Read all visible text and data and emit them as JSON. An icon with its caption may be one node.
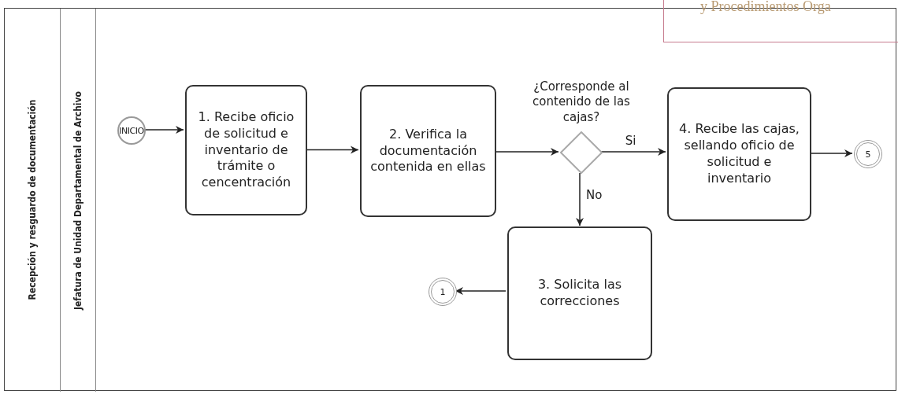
{
  "diagram": {
    "nodes": [
      {
        "text": [
          "Recepción y resguardo de documentación"
        ]
      },
      {
        "text": [
          "Jefatura de Unidad Departamental de Archivo"
        ],
        "in": 0
      },
      {
        "text": [
          "INICIO"
        ],
        "in": 1
      },
      {
        "text": [
          "1. Recibe oficio de solicitud e inventario de trámite o cencentración"
        ],
        "in": 1
      },
      {
        "text": [
          "2. Verifica la documentación contenida en ellas"
        ],
        "in": 1
      },
      {
        "text": [
          "¿Corresponde al contenido de las cajas?"
        ],
        "in": 1
      },
      {
        "text": [
          "4. Recibe las cajas, sellando oficio de solicitud e inventario"
        ],
        "in": 1
      },
      {
        "text": [
          "5"
        ],
        "in": 1
      },
      {
        "text": [
          "3. Solicita las correcciones"
        ],
        "in": 1
      },
      {
        "text": [
          "1"
        ],
        "in": 1
      }
    ],
    "edges": [
      {
        "from": 2,
        "to": 3,
        "arrow": "to"
      },
      {
        "from": 3,
        "to": 4,
        "arrow": "to"
      },
      {
        "from": 4,
        "to": 5,
        "arrow": "to"
      },
      {
        "from": 5,
        "to": 6,
        "arrow": "to",
        "label": "Si"
      },
      {
        "from": 5,
        "to": 8,
        "arrow": "to",
        "label": "No"
      },
      {
        "from": 6,
        "to": 7,
        "arrow": "to"
      },
      {
        "from": 8,
        "to": 9,
        "arrow": "to"
      }
    ],
    "labels": [
      "y Procedimientos Orga"
    ]
  }
}
